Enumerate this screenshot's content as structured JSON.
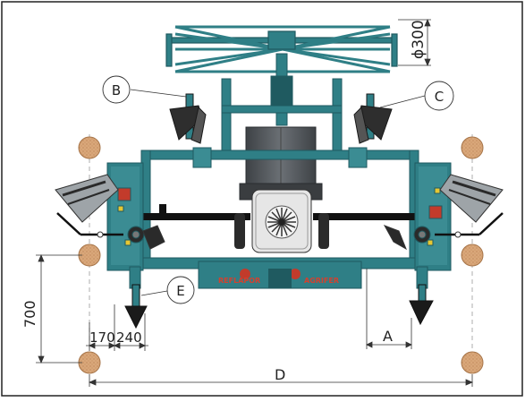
{
  "callouts": {
    "b": "B",
    "c": "C",
    "e": "E"
  },
  "dimensions": {
    "roller_diameter": "ϕ300",
    "row_spacing_700": "700",
    "offset_170": "170",
    "offset_240": "240",
    "a": "A",
    "d": "D"
  },
  "logos": {
    "left_brand": "REFLAPOR",
    "right_brand": "AGRIFER"
  },
  "colors": {
    "frame_teal": "#2f7f86",
    "frame_dark": "#1f5a60",
    "tank_gray": "#5b5f63",
    "plant_tan": "#d9a77a",
    "dimension_line": "#333333"
  }
}
